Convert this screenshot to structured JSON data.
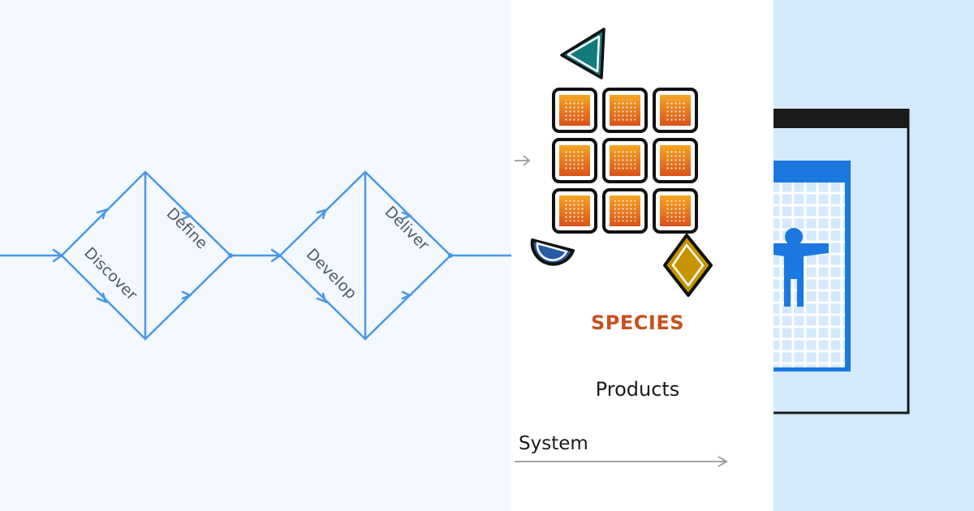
{
  "colors": {
    "flow_blue": "#4a97e6",
    "species_text": "#c8501e",
    "grid_orange_top": "#f5a623",
    "grid_orange_bottom": "#d9521a",
    "triangle_teal": "#137b7b",
    "semicircle_blue": "#2a5aa6",
    "diamond_gold": "#c79400",
    "window_bg": "#d4e9fd",
    "person_blue": "#1b78e0"
  },
  "double_diamond": {
    "phases": [
      {
        "label": "Discover"
      },
      {
        "label": "Define"
      },
      {
        "label": "Develop"
      },
      {
        "label": "Deliver"
      }
    ]
  },
  "middle_panel": {
    "species_label": "SPECIES",
    "products_label": "Products",
    "system_label": "System",
    "icons": [
      "triangle-icon",
      "grid-squares-icon",
      "semicircle-icon",
      "diamond-icon",
      "arrow-icon"
    ]
  },
  "right_panel": {
    "icons": [
      "window-icon",
      "person-icon"
    ]
  }
}
